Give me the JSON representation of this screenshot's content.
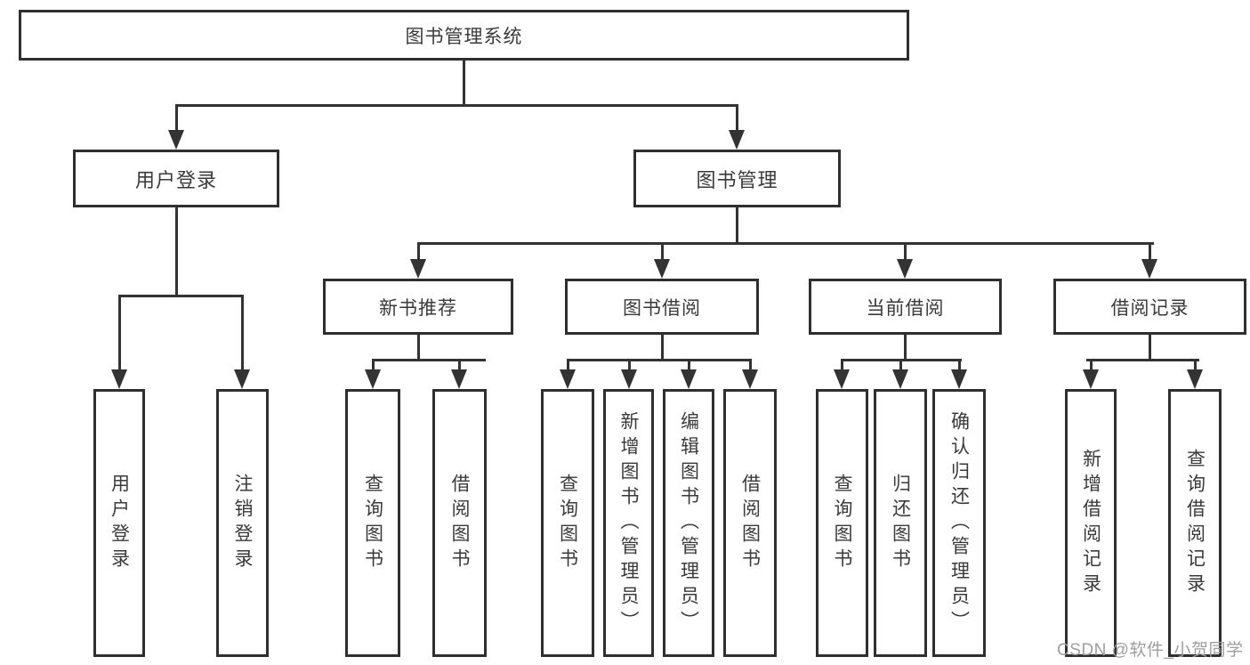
{
  "title": "图书管理系统",
  "watermark": "CSDN @软件_小贺同学",
  "colors": {
    "line": "#333333",
    "box_border": "#2f2f2f",
    "box_background": "#ffffff",
    "text": "#3a3a3a",
    "watermark": "#9e9e9e"
  },
  "tree": {
    "root": "图书管理系统",
    "branches": [
      {
        "label": "用户登录",
        "children": [
          "用户登录",
          "注销登录"
        ]
      },
      {
        "label": "图书管理",
        "children": [
          {
            "label": "新书推荐",
            "children": [
              "查询图书",
              "借阅图书"
            ]
          },
          {
            "label": "图书借阅",
            "children": [
              "查询图书",
              "新增图书（管理员）",
              "编辑图书（管理员）",
              "借阅图书"
            ]
          },
          {
            "label": "当前借阅",
            "children": [
              "查询图书",
              "归还图书",
              "确认归还（管理员）"
            ]
          },
          {
            "label": "借阅记录",
            "children": [
              "新增借阅记录",
              "查询借阅记录"
            ]
          }
        ]
      }
    ]
  }
}
